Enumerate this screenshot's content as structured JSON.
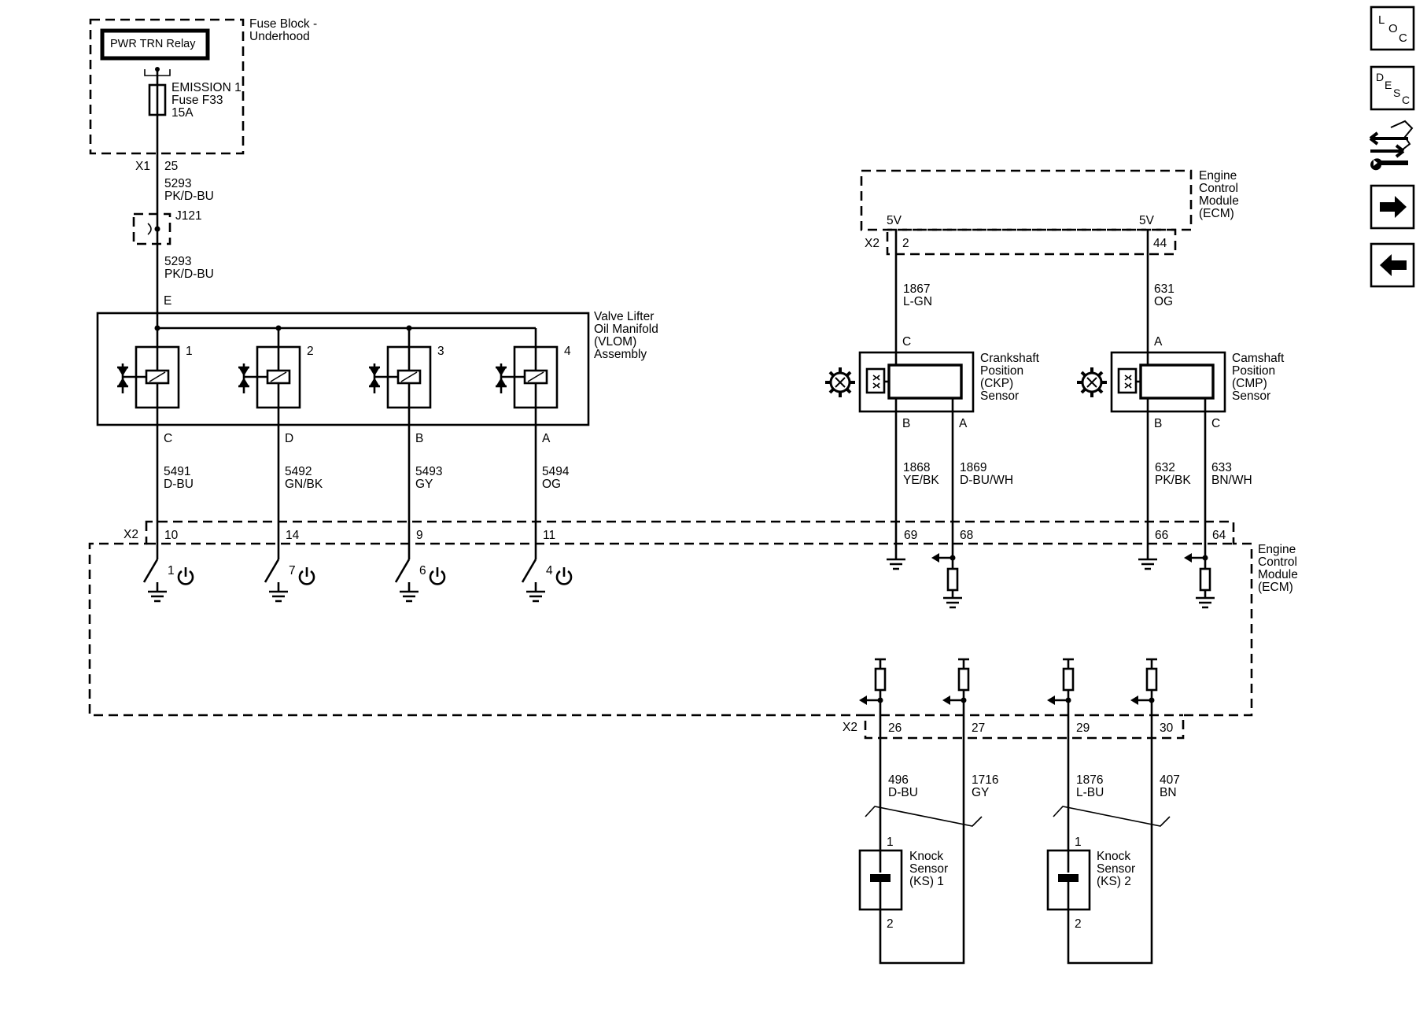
{
  "fuse_block": {
    "label": [
      "Fuse Block -",
      "Underhood"
    ],
    "relay": "PWR TRN Relay",
    "fuse": [
      "EMISSION 1",
      "Fuse F33",
      "15A"
    ],
    "connector": "X1",
    "pin": "25"
  },
  "feed": {
    "wire_top": [
      "5293",
      "PK/D-BU"
    ],
    "splice": "J121",
    "wire_bottom": [
      "5293",
      "PK/D-BU"
    ],
    "pin_in": "E"
  },
  "vlom": {
    "label": [
      "Valve Lifter",
      "Oil Manifold",
      "(VLOM)",
      "Assembly"
    ],
    "solenoids": [
      {
        "num": "1",
        "pin": "C",
        "wire": "5491",
        "color": "D-BU",
        "ecm_pin": "10",
        "driver": "1"
      },
      {
        "num": "2",
        "pin": "D",
        "wire": "5492",
        "color": "GN/BK",
        "ecm_pin": "14",
        "driver": "7"
      },
      {
        "num": "3",
        "pin": "B",
        "wire": "5493",
        "color": "GY",
        "ecm_pin": "9",
        "driver": "6"
      },
      {
        "num": "4",
        "pin": "A",
        "wire": "5494",
        "color": "OG",
        "ecm_pin": "11",
        "driver": "4"
      }
    ]
  },
  "ecm_top": {
    "label": [
      "Engine",
      "Control",
      "Module",
      "(ECM)"
    ],
    "connector": "X2",
    "ckp_ref": {
      "voltage": "5V",
      "pin": "2"
    },
    "cmp_ref": {
      "voltage": "5V",
      "pin": "44"
    }
  },
  "ckp": {
    "label": [
      "Crankshaft",
      "Position",
      "(CKP)",
      "Sensor"
    ],
    "supply": {
      "wire": "1867",
      "color": "L-GN",
      "pin": "C"
    },
    "pins": [
      {
        "pin": "B",
        "wire": "1868",
        "color": "YE/BK",
        "ecm_pin": "69"
      },
      {
        "pin": "A",
        "wire": "1869",
        "color": "D-BU/WH",
        "ecm_pin": "68"
      }
    ]
  },
  "cmp": {
    "label": [
      "Camshaft",
      "Position",
      "(CMP)",
      "Sensor"
    ],
    "supply": {
      "wire": "631",
      "color": "OG",
      "pin": "A"
    },
    "pins": [
      {
        "pin": "B",
        "wire": "632",
        "color": "PK/BK",
        "ecm_pin": "66"
      },
      {
        "pin": "C",
        "wire": "633",
        "color": "BN/WH",
        "ecm_pin": "64"
      }
    ]
  },
  "ecm_main": {
    "label": [
      "Engine",
      "Control",
      "Module",
      "(ECM)"
    ],
    "connector_a": "X2",
    "connector_b": "X2"
  },
  "knock": {
    "pins": [
      {
        "ecm_pin": "26",
        "wire": "496",
        "color": "D-BU"
      },
      {
        "ecm_pin": "27",
        "wire": "1716",
        "color": "GY"
      },
      {
        "ecm_pin": "29",
        "wire": "1876",
        "color": "L-BU"
      },
      {
        "ecm_pin": "30",
        "wire": "407",
        "color": "BN"
      }
    ],
    "sensors": [
      {
        "label": [
          "Knock",
          "Sensor",
          "(KS) 1"
        ],
        "pin_top": "1",
        "pin_bottom": "2"
      },
      {
        "label": [
          "Knock",
          "Sensor",
          "(KS) 2"
        ],
        "pin_top": "1",
        "pin_bottom": "2"
      }
    ]
  },
  "nav": {
    "loc": [
      "L",
      "O",
      "C"
    ],
    "desc": [
      "D",
      "E",
      "S",
      "C"
    ],
    "icons": [
      "connector-repair-icon",
      "next-arrow-icon",
      "previous-arrow-icon"
    ]
  }
}
